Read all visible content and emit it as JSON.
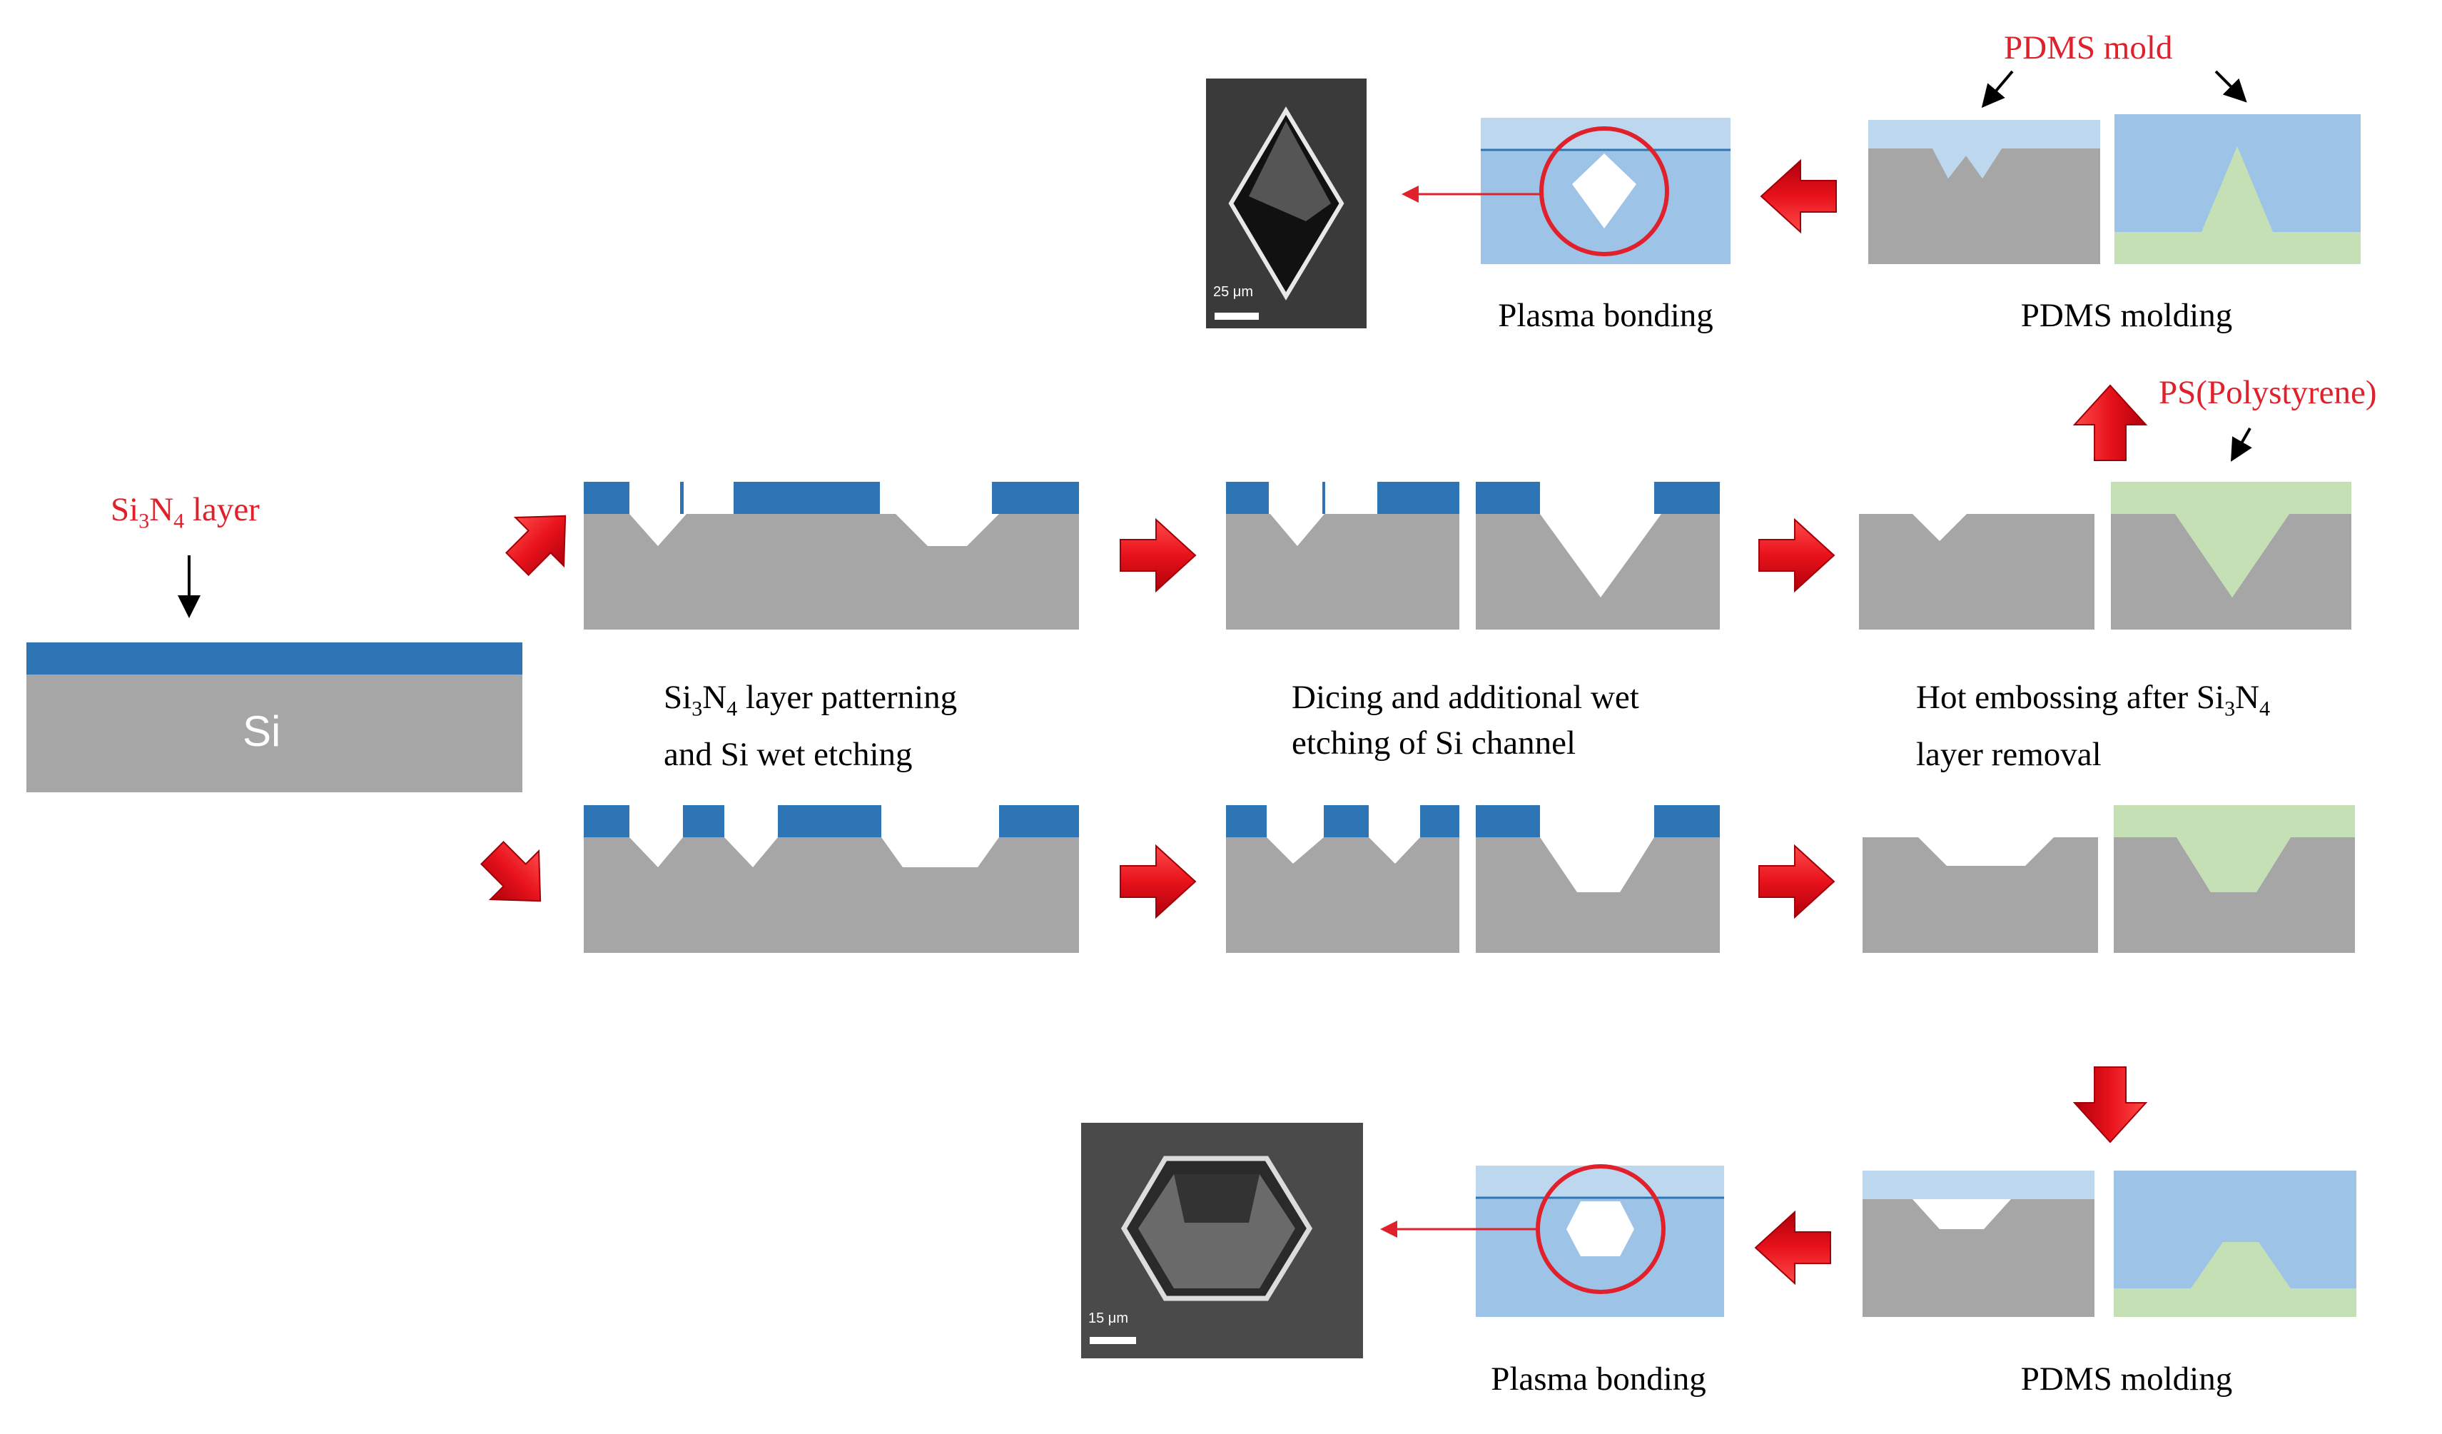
{
  "colors": {
    "silicon": "#a6a6a6",
    "nitride": "#2e75b6",
    "pdms": "#9dc3e6",
    "pdms_light": "#bdd7ee",
    "polystyrene": "#c5e0b4",
    "arrow_red": "#e8121b",
    "text_red": "#e0202a"
  },
  "labels": {
    "si_text": "Si",
    "si3n4_layer": [
      "Si",
      "3",
      "N",
      "4",
      " layer"
    ],
    "pdms_mold": "PDMS mold",
    "ps": "PS(Polystyrene)"
  },
  "captions": {
    "patterning_line1": [
      "Si",
      "3",
      "N",
      "4",
      " layer patterning"
    ],
    "patterning_line2": "and Si wet etching",
    "dicing_line1": "Dicing and additional wet",
    "dicing_line2": "etching of Si channel",
    "hot_line1": [
      "Hot embossing after Si",
      "3",
      "N",
      "4"
    ],
    "hot_line2": "layer removal",
    "plasma_top": "Plasma bonding",
    "pdms_top": "PDMS molding",
    "plasma_bottom": "Plasma bonding",
    "pdms_bottom": "PDMS molding"
  },
  "sem": {
    "top_scale": "25 μm",
    "bottom_scale": "15 μm"
  }
}
